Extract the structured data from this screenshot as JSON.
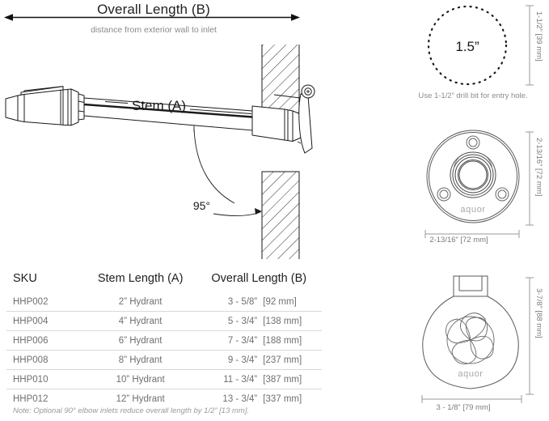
{
  "overall": {
    "title": "Overall Length (B)",
    "subtitle": "distance from exterior wall to inlet"
  },
  "assembly": {
    "stem_label": "Stem (A)",
    "angle_label": "95°"
  },
  "drill_hole": {
    "circle_label": "1.5”",
    "vertical_dim": "1-1/2” [39 mm]",
    "caption": "Use 1-1/2” drill bit for entry hole."
  },
  "flange": {
    "brand": "aquor",
    "vertical_dim": "2-13/16” [72 mm]",
    "horizontal_dim": "2-13/16” [72 mm]"
  },
  "cap": {
    "brand": "aquor",
    "vertical_dim": "3-7/8” [88 mm]",
    "horizontal_dim": "3 - 1/8” [79 mm]"
  },
  "table": {
    "headers": {
      "sku": "SKU",
      "stem": "Stem Length (A)",
      "overall": "Overall Length (B)"
    },
    "rows": [
      {
        "sku": "HHP002",
        "stem": "2” Hydrant",
        "overall_frac": "3 - 5/8”",
        "overall_mm": "[92 mm]"
      },
      {
        "sku": "HHP004",
        "stem": "4” Hydrant",
        "overall_frac": "5 - 3/4”",
        "overall_mm": "[138 mm]"
      },
      {
        "sku": "HHP006",
        "stem": "6” Hydrant",
        "overall_frac": "7 - 3/4”",
        "overall_mm": "[188 mm]"
      },
      {
        "sku": "HHP008",
        "stem": "8” Hydrant",
        "overall_frac": "9 - 3/4”",
        "overall_mm": "[237 mm]"
      },
      {
        "sku": "HHP010",
        "stem": "10” Hydrant",
        "overall_frac": "11 - 3/4”",
        "overall_mm": "[387 mm]"
      },
      {
        "sku": "HHP012",
        "stem": "12” Hydrant",
        "overall_frac": "13 - 3/4”",
        "overall_mm": "[337 mm]"
      }
    ],
    "note": "Note: Optional 90° elbow inlets reduce overall length by 1/2” [13 mm]."
  },
  "colors": {
    "line": "#1a1a1a",
    "light_line": "#9a9a9a",
    "dim_text": "#7a7a7a",
    "muted_text": "#8c8c8c"
  }
}
